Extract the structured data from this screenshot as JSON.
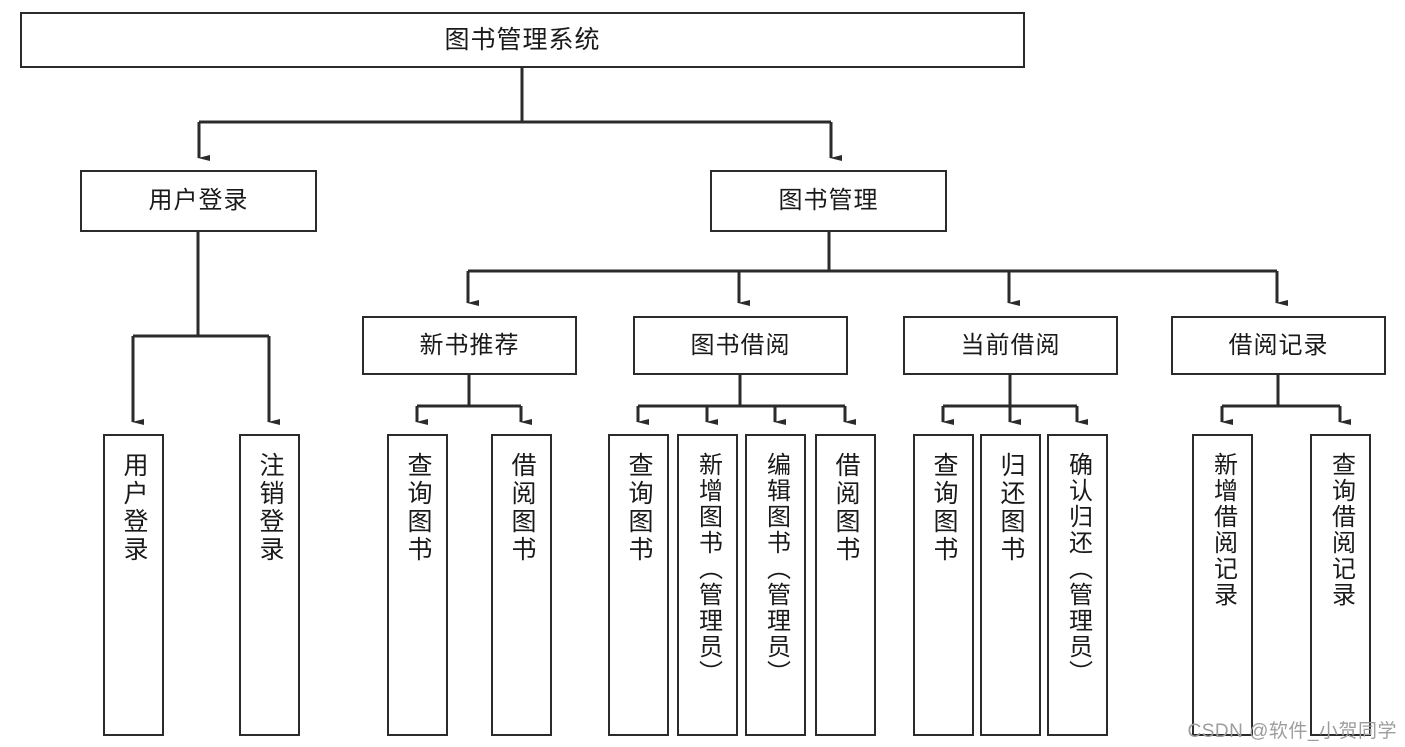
{
  "diagram": {
    "title": "图书管理系统",
    "type": "tree-hierarchy",
    "background": "#ffffff",
    "line_color": "#2b2b2b",
    "box_fill": "#ffffff"
  },
  "nodes": {
    "root": {
      "label": "图书管理系统"
    },
    "level2": [
      {
        "id": "user-login",
        "label": "用户登录"
      },
      {
        "id": "book-manage",
        "label": "图书管理"
      }
    ],
    "level3": [
      {
        "id": "new-book-rec",
        "label": "新书推荐"
      },
      {
        "id": "book-borrow",
        "label": "图书借阅"
      },
      {
        "id": "current-borrow",
        "label": "当前借阅"
      },
      {
        "id": "borrow-record",
        "label": "借阅记录"
      }
    ],
    "leaves": {
      "user_login": [
        {
          "id": "leaf-user-login",
          "label": "用户登录"
        },
        {
          "id": "leaf-logout",
          "label": "注销登录"
        }
      ],
      "new_book_rec": [
        {
          "id": "leaf-query-book-1",
          "label": "查询图书"
        },
        {
          "id": "leaf-borrow-book-1",
          "label": "借阅图书"
        }
      ],
      "book_borrow": [
        {
          "id": "leaf-query-book-2",
          "label": "查询图书"
        },
        {
          "id": "leaf-add-book",
          "label": "新增图书（管理员）"
        },
        {
          "id": "leaf-edit-book",
          "label": "编辑图书（管理员）"
        },
        {
          "id": "leaf-borrow-book-2",
          "label": "借阅图书"
        }
      ],
      "current_borrow": [
        {
          "id": "leaf-query-book-3",
          "label": "查询图书"
        },
        {
          "id": "leaf-return-book",
          "label": "归还图书"
        },
        {
          "id": "leaf-confirm-return",
          "label": "确认归还（管理员）"
        }
      ],
      "borrow_record": [
        {
          "id": "leaf-add-record",
          "label": "新增借阅记录"
        },
        {
          "id": "leaf-query-record",
          "label": "查询借阅记录"
        }
      ]
    }
  },
  "watermark": {
    "text": "CSDN @软件_小贺同学"
  }
}
